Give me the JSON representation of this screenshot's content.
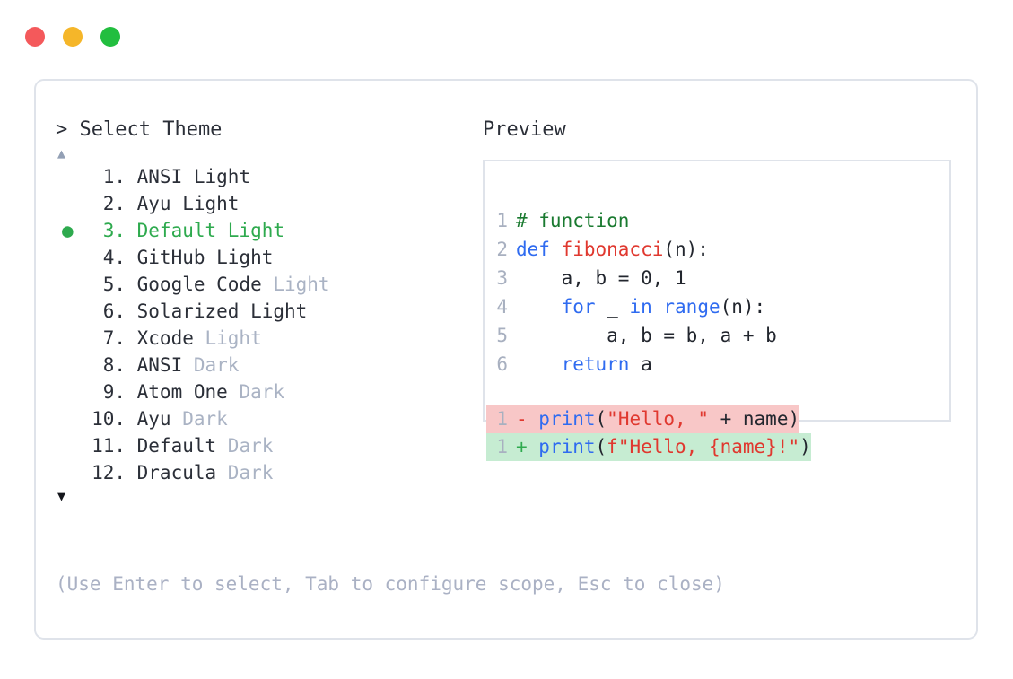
{
  "window": {
    "traffic_lights": [
      {
        "name": "close",
        "color": "#f4595b"
      },
      {
        "name": "minimize",
        "color": "#f5b629"
      },
      {
        "name": "maximize",
        "color": "#22be3f"
      }
    ]
  },
  "left": {
    "header": "> Select Theme",
    "scroll_up_glyph": "▲",
    "scroll_down_glyph": "▼",
    "selected_index": 3,
    "selected_bullet": "●",
    "items": [
      {
        "index": "1.",
        "name": "ANSI Light",
        "variant": "",
        "selected": false
      },
      {
        "index": "2.",
        "name": "Ayu Light",
        "variant": "",
        "selected": false
      },
      {
        "index": "3.",
        "name": "Default Light",
        "variant": "",
        "selected": true
      },
      {
        "index": "4.",
        "name": "GitHub Light",
        "variant": "",
        "selected": false
      },
      {
        "index": "5.",
        "name": "Google Code",
        "variant": "Light",
        "selected": false
      },
      {
        "index": "6.",
        "name": "Solarized Light",
        "variant": "",
        "selected": false
      },
      {
        "index": "7.",
        "name": "Xcode",
        "variant": "Light",
        "selected": false
      },
      {
        "index": "8.",
        "name": "ANSI",
        "variant": "Dark",
        "selected": false
      },
      {
        "index": "9.",
        "name": "Atom One",
        "variant": "Dark",
        "selected": false
      },
      {
        "index": "10.",
        "name": "Ayu",
        "variant": "Dark",
        "selected": false
      },
      {
        "index": "11.",
        "name": "Default",
        "variant": "Dark",
        "selected": false
      },
      {
        "index": "12.",
        "name": "Dracula",
        "variant": "Dark",
        "selected": false
      }
    ],
    "hint": "(Use Enter to select, Tab to configure scope, Esc to close)"
  },
  "right": {
    "header": "Preview",
    "code_lines": [
      {
        "n": "1",
        "tokens": [
          {
            "t": "# function",
            "c": "comment"
          }
        ]
      },
      {
        "n": "2",
        "tokens": [
          {
            "t": "def ",
            "c": "kw"
          },
          {
            "t": "fibonacci",
            "c": "fn"
          },
          {
            "t": "(n):",
            "c": "plain"
          }
        ]
      },
      {
        "n": "3",
        "tokens": [
          {
            "t": "    a, b = 0, 1",
            "c": "plain"
          }
        ]
      },
      {
        "n": "4",
        "tokens": [
          {
            "t": "    ",
            "c": "plain"
          },
          {
            "t": "for",
            "c": "kw"
          },
          {
            "t": " _ ",
            "c": "plain"
          },
          {
            "t": "in ",
            "c": "kw"
          },
          {
            "t": "range",
            "c": "builtin"
          },
          {
            "t": "(n):",
            "c": "plain"
          }
        ]
      },
      {
        "n": "5",
        "tokens": [
          {
            "t": "        a, b = b, a + b",
            "c": "plain"
          }
        ]
      },
      {
        "n": "6",
        "tokens": [
          {
            "t": "    ",
            "c": "plain"
          },
          {
            "t": "return",
            "c": "kw"
          },
          {
            "t": " a",
            "c": "plain"
          }
        ]
      }
    ],
    "diff_lines": [
      {
        "n": "1",
        "sign": "-",
        "kind": "del",
        "tokens": [
          {
            "t": "print",
            "c": "builtin"
          },
          {
            "t": "(",
            "c": "plain"
          },
          {
            "t": "\"Hello, \"",
            "c": "str"
          },
          {
            "t": " + name)",
            "c": "plain"
          }
        ]
      },
      {
        "n": "1",
        "sign": "+",
        "kind": "add",
        "tokens": [
          {
            "t": "print",
            "c": "builtin"
          },
          {
            "t": "(",
            "c": "plain"
          },
          {
            "t": "f\"Hello, {name}!\"",
            "c": "str"
          },
          {
            "t": ")",
            "c": "plain"
          }
        ]
      }
    ]
  },
  "colors": {
    "selected_green": "#2eaa4e",
    "dim_gray": "#aab3c4",
    "diff_del_bg": "#f8c7c7",
    "diff_add_bg": "#c6ecd2",
    "border": "#dfe3ea"
  }
}
